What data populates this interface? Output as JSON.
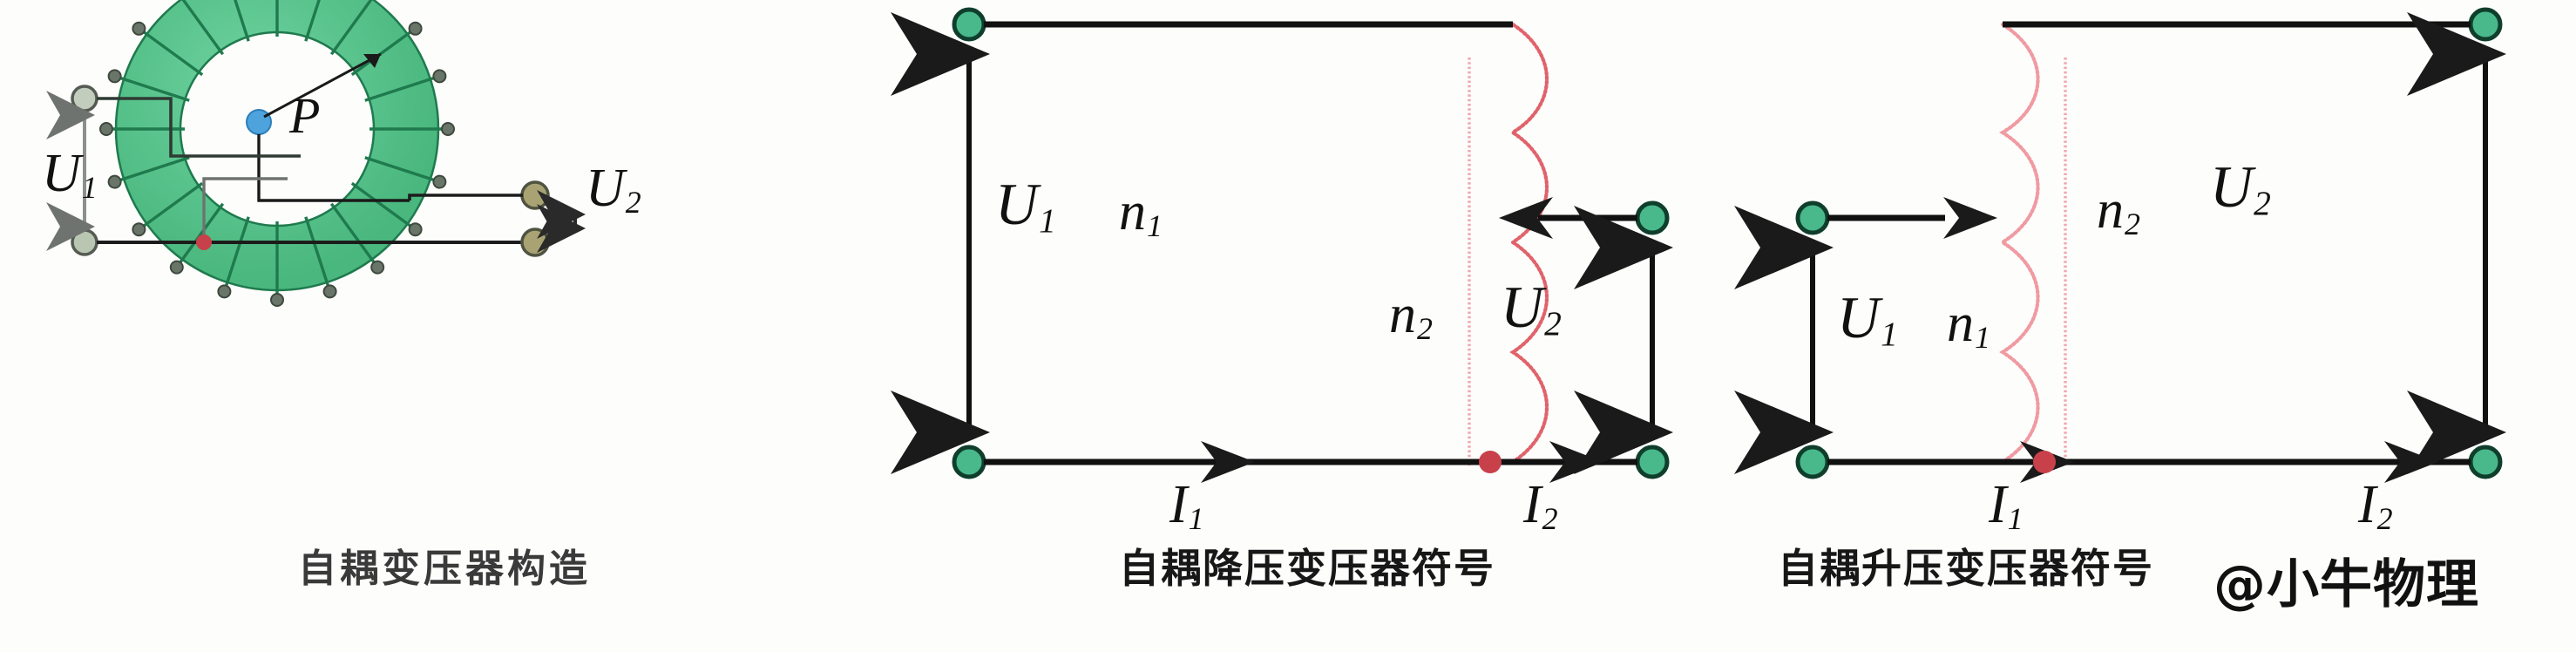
{
  "figure": {
    "title_present": false,
    "background_color": "#fdfdfc",
    "panel_count": 3
  },
  "colors": {
    "core_green_fill": "#57c48a",
    "core_green_stroke": "#1f7a4d",
    "winding_pink": "#f4a0a8",
    "winding_red": "#e0575f",
    "terminal_green": "#3faa7e",
    "terminal_gray": "#9aa79a",
    "center_blue": "#4ea3dd",
    "junction_red": "#c8404a",
    "wire_black": "#111111",
    "wire_gray": "#6f7370",
    "text_black": "#171717"
  },
  "panels": [
    {
      "id": "autotransformer-construction",
      "caption": "自耦变压器构造",
      "labels": {
        "u1": "U",
        "u1_sub": "1",
        "u2": "U",
        "u2_sub": "2",
        "p": "P"
      },
      "elements": {
        "core": "toroidal-iron-core",
        "winding_turns": 20,
        "center_point": "P",
        "terminals": [
          "input-top",
          "input-bottom",
          "output-top",
          "output-bottom"
        ],
        "tap": "sliding-tap"
      }
    },
    {
      "id": "step-down-autotransformer-symbol",
      "caption": "自耦降压变压器符号",
      "labels": {
        "u1": "U",
        "u1_sub": "1",
        "u2": "U",
        "u2_sub": "2",
        "n1": "n",
        "n1_sub": "1",
        "n2": "n",
        "n2_sub": "2",
        "i1": "I",
        "i1_sub": "1",
        "i2": "I",
        "i2_sub": "2"
      },
      "elements": {
        "coil": "single-winding-with-tap",
        "core_line": "vertical-core-line",
        "junction": "common-node",
        "u1_arrow_direction": "up-and-down",
        "u2_arrow_direction": "up-and-down",
        "i1_arrow_direction": "right",
        "i2_arrow_direction": "right",
        "secondary_lead_direction": "left"
      }
    },
    {
      "id": "step-up-autotransformer-symbol",
      "caption": "自耦升压变压器符号",
      "labels": {
        "u1": "U",
        "u1_sub": "1",
        "u2": "U",
        "u2_sub": "2",
        "n1": "n",
        "n1_sub": "1",
        "n2": "n",
        "n2_sub": "2",
        "i1": "I",
        "i1_sub": "1",
        "i2": "I",
        "i2_sub": "2"
      },
      "elements": {
        "coil": "single-winding-with-tap",
        "core_line": "vertical-core-line",
        "junction": "common-node",
        "u1_arrow_direction": "up-and-down",
        "u2_arrow_direction": "up-and-down",
        "i1_arrow_direction": "right",
        "i2_arrow_direction": "right",
        "primary_lead_direction": "right"
      }
    }
  ],
  "watermark": {
    "text": "@小牛物理"
  }
}
